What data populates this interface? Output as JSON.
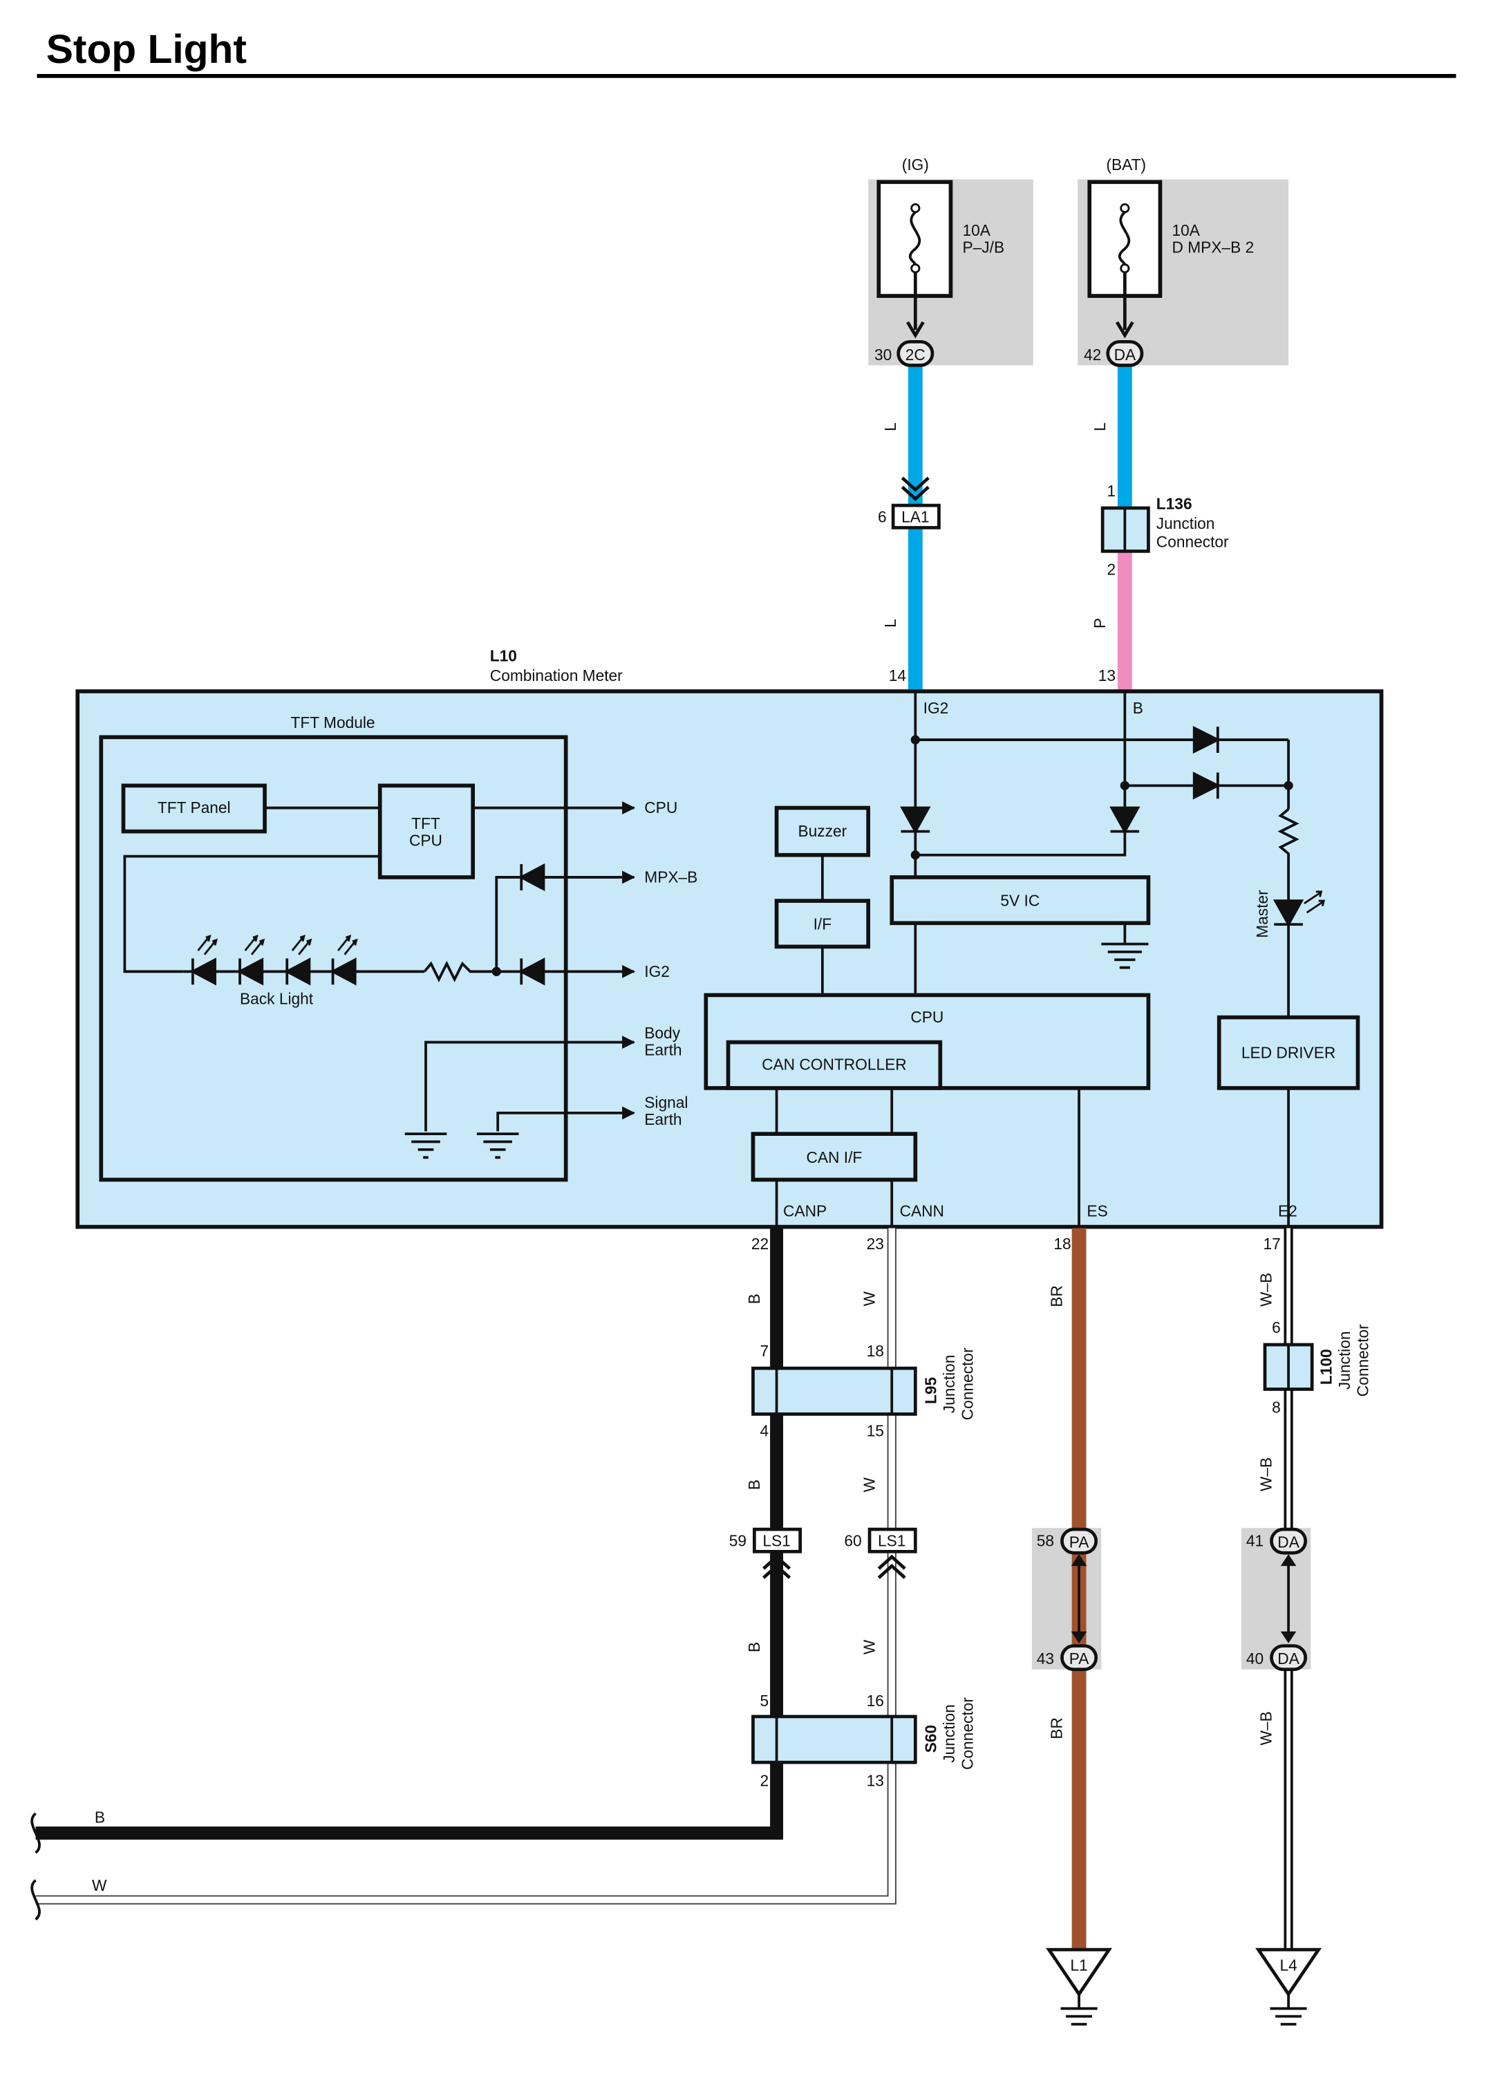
{
  "title": "Stop Light",
  "colors": {
    "wire_L": "#00a8e8",
    "wire_P": "#f08cc0",
    "wire_B": "#111111",
    "wire_W": "#ffffff",
    "wire_BR": "#a0522d",
    "wire_WB": "#ffffff",
    "module_fill": "#c9e9f9",
    "supply_box": "#d4d4d4"
  },
  "power": {
    "ig": {
      "source": "(IG)",
      "fuse_rating": "10A",
      "fuse_name": "P–J/B",
      "pin": "30",
      "connector": "2C"
    },
    "bat": {
      "source": "(BAT)",
      "fuse_rating": "10A",
      "fuse_name": "D MPX–B 2",
      "pin": "42",
      "connector": "DA"
    }
  },
  "wire_labels": {
    "L": "L",
    "P": "P",
    "B": "B",
    "W": "W",
    "BR": "BR",
    "WB": "W–B"
  },
  "la1": {
    "pin": "6",
    "connector": "LA1"
  },
  "l136": {
    "id": "L136",
    "line1": "Junction",
    "line2": "Connector",
    "pin_top": "1",
    "pin_bottom": "2"
  },
  "l10": {
    "id": "L10",
    "name": "Combination Meter",
    "pin_ig2": "14",
    "pin_b": "13",
    "term_ig2": "IG2",
    "term_b": "B",
    "tft_module": "TFT Module",
    "tft_panel": "TFT Panel",
    "tft_cpu_1": "TFT",
    "tft_cpu_2": "CPU",
    "out_cpu": "CPU",
    "out_mpxb": "MPX–B",
    "out_ig2": "IG2",
    "out_body_1": "Body",
    "out_body_2": "Earth",
    "out_signal_1": "Signal",
    "out_signal_2": "Earth",
    "back_light": "Back Light",
    "buzzer": "Buzzer",
    "if": "I/F",
    "ic5v": "5V IC",
    "cpu": "CPU",
    "can_controller": "CAN CONTROLLER",
    "can_if": "CAN I/F",
    "master": "Master",
    "led_driver": "LED DRIVER",
    "term_canp": "CANP",
    "term_cann": "CANN",
    "term_es": "ES",
    "term_e2": "E2",
    "pin_canp": "22",
    "pin_cann": "23",
    "pin_es": "18",
    "pin_e2": "17"
  },
  "l95": {
    "id": "L95",
    "line1": "Junction",
    "line2": "Connector",
    "pin_b_in": "7",
    "pin_w_in": "18",
    "pin_b_out": "4",
    "pin_w_out": "15"
  },
  "ls1": {
    "connector": "LS1",
    "pin_b": "59",
    "pin_w": "60"
  },
  "s60": {
    "id": "S60",
    "line1": "Junction",
    "line2": "Connector",
    "pin_b_in": "5",
    "pin_w_in": "16",
    "pin_b_out": "2",
    "pin_w_out": "13"
  },
  "pa": {
    "connector": "PA",
    "pin_top": "58",
    "pin_bottom": "43"
  },
  "da": {
    "connector": "DA",
    "pin_top": "41",
    "pin_bottom": "40"
  },
  "l100": {
    "id": "L100",
    "line1": "Junction",
    "line2": "Connector",
    "pin_top": "6",
    "pin_bottom": "8"
  },
  "grounds": {
    "g1": "L1",
    "g2": "L4"
  }
}
